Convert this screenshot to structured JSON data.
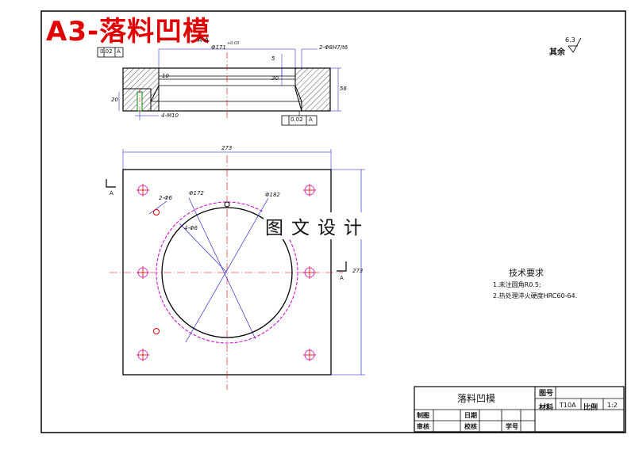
{
  "sheet": {
    "title": "A3-落料凹模",
    "watermark": "图文设计"
  },
  "section_view": {
    "label": "A-A",
    "tol_top": {
      "symbol": "∥",
      "value": "0.02",
      "datum": "A"
    },
    "tol_bottom": {
      "symbol": "∥",
      "value": "0.02",
      "datum": "A"
    },
    "dims": {
      "dia_top": "Φ171",
      "dia_top_tol": "+0.03",
      "pins": "2-Φ8H7/t6",
      "depth_5": "5",
      "depth_30": "30",
      "height_56": "56",
      "screws": "4-M10",
      "left_20": "20",
      "pin_10": "10"
    }
  },
  "plan_view": {
    "width": "273",
    "height": "273",
    "section_mark": "A",
    "dims": {
      "pin_holes": "2-Φ6",
      "screw_holes": "4-Φ6",
      "dia_inner": "Φ172",
      "dia_outer": "Φ182"
    }
  },
  "roughness": {
    "label": "其余",
    "value": "6.3"
  },
  "requirements": {
    "title": "技术要求",
    "items": [
      "1.未注圆角R0.5;",
      "2.热处理淬火硬度HRC60-64."
    ]
  },
  "title_block": {
    "name": "落料凹模",
    "drawing_no_label": "图号",
    "material_label": "材料",
    "material_value": "T10A",
    "scale_label": "比例",
    "scale_value": "1:2",
    "drawn_label": "制图",
    "date_label": "日期",
    "check_label": "审核",
    "audit_label": "校核",
    "seq_label": "学号"
  },
  "colors": {
    "title": "#e00000",
    "centerline": "#e00000",
    "hole": "#cc00cc",
    "dim": "#1010cc",
    "outline": "#000000"
  }
}
